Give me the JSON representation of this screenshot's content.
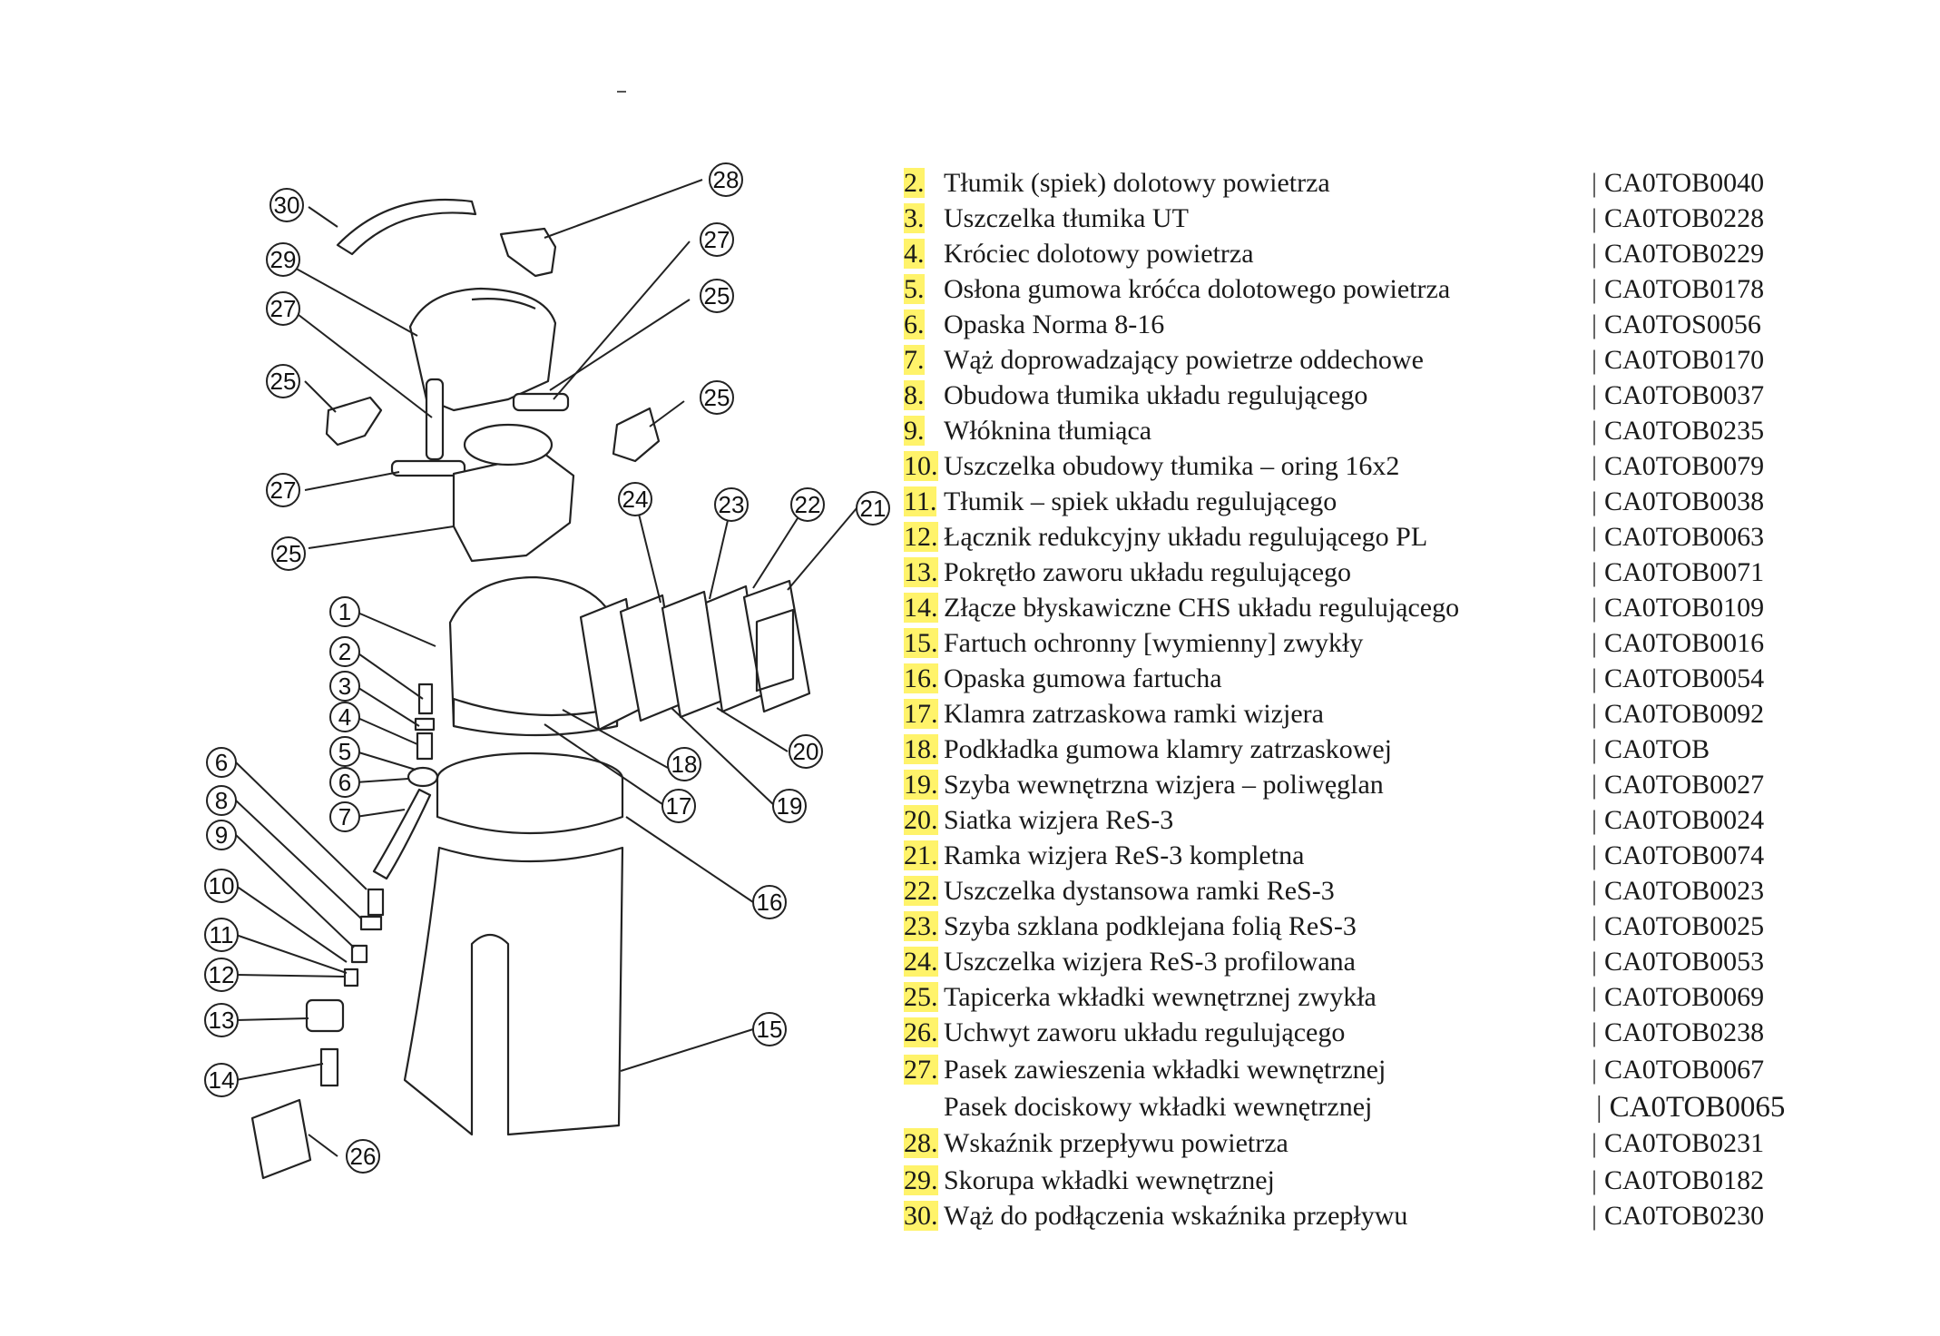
{
  "diagram": {
    "callouts": [
      "1",
      "2",
      "3",
      "4",
      "5",
      "6",
      "6",
      "7",
      "8",
      "9",
      "10",
      "11",
      "12",
      "13",
      "14",
      "15",
      "16",
      "17",
      "18",
      "19",
      "20",
      "21",
      "22",
      "23",
      "24",
      "25",
      "25",
      "25",
      "25",
      "26",
      "27",
      "27",
      "27",
      "28",
      "29",
      "30"
    ]
  },
  "parts": [
    {
      "num": "2.",
      "name": "Tłumik (spiek) dolotowy powietrza",
      "code": "CA0TOB0040"
    },
    {
      "num": "3.",
      "name": "Uszczelka tłumika UT",
      "code": "CA0TOB0228"
    },
    {
      "num": "4.",
      "name": "Króciec dolotowy powietrza",
      "code": "CA0TOB0229"
    },
    {
      "num": "5.",
      "name": "Osłona gumowa króćca dolotowego powietrza",
      "code": "CA0TOB0178"
    },
    {
      "num": "6.",
      "name": "Opaska Norma 8-16",
      "code": "CA0TOS0056"
    },
    {
      "num": "7.",
      "name": "Wąż doprowadzający powietrze oddechowe",
      "code": "CA0TOB0170"
    },
    {
      "num": "8.",
      "name": "Obudowa tłumika układu regulującego",
      "code": "CA0TOB0037"
    },
    {
      "num": "9.",
      "name": "Włóknina tłumiąca",
      "code": "CA0TOB0235"
    },
    {
      "num": "10.",
      "name": "Uszczelka obudowy tłumika – oring 16x2",
      "code": "CA0TOB0079"
    },
    {
      "num": "11.",
      "name": "Tłumik – spiek układu regulującego",
      "code": "CA0TOB0038"
    },
    {
      "num": "12.",
      "name": "Łącznik redukcyjny układu regulującego PL",
      "code": "CA0TOB0063"
    },
    {
      "num": "13.",
      "name": "Pokrętło zaworu układu regulującego",
      "code": "CA0TOB0071"
    },
    {
      "num": "14.",
      "name": "Złącze błyskawiczne CHS układu regulującego",
      "code": "CA0TOB0109"
    },
    {
      "num": "15.",
      "name": "Fartuch ochronny [wymienny] zwykły",
      "code": "CA0TOB0016"
    },
    {
      "num": "16.",
      "name": "Opaska gumowa fartucha",
      "code": "CA0TOB0054"
    },
    {
      "num": "17.",
      "name": "Klamra zatrzaskowa ramki wizjera",
      "code": "CA0TOB0092"
    },
    {
      "num": "18.",
      "name": "Podkładka gumowa klamry zatrzaskowej",
      "code": "CA0TOB"
    },
    {
      "num": "19.",
      "name": "Szyba wewnętrzna wizjera – poliwęglan",
      "code": "CA0TOB0027"
    },
    {
      "num": "20.",
      "name": "Siatka wizjera ReS-3",
      "code": "CA0TOB0024"
    },
    {
      "num": "21.",
      "name": "Ramka wizjera ReS-3 kompletna",
      "code": "CA0TOB0074"
    },
    {
      "num": "22.",
      "name": "Uszczelka dystansowa ramki ReS-3",
      "code": "CA0TOB0023"
    },
    {
      "num": "23.",
      "name": "Szyba szklana podklejana folią ReS-3",
      "code": "CA0TOB0025"
    },
    {
      "num": "24.",
      "name": "Uszczelka wizjera ReS-3 profilowana",
      "code": "CA0TOB0053"
    },
    {
      "num": "25.",
      "name": "Tapicerka wkładki wewnętrznej zwykła",
      "code": "CA0TOB0069"
    },
    {
      "num": "26.",
      "name": "Uchwyt zaworu układu regulującego",
      "code": "CA0TOB0238"
    },
    {
      "num": "27.",
      "name": "Pasek zawieszenia wkładki wewnętrznej",
      "code": "CA0TOB0067"
    },
    {
      "num": "",
      "name": "Pasek dociskowy wkładki wewnętrznej",
      "code": "CA0TOB0065"
    },
    {
      "num": "28.",
      "name": "Wskaźnik przepływu powietrza",
      "code": "CA0TOB0231"
    },
    {
      "num": "29.",
      "name": "Skorupa wkładki wewnętrznej",
      "code": "CA0TOB0182"
    },
    {
      "num": "30.",
      "name": "Wąż do podłączenia wskaźnika przepływu",
      "code": "CA0TOB0230"
    }
  ]
}
